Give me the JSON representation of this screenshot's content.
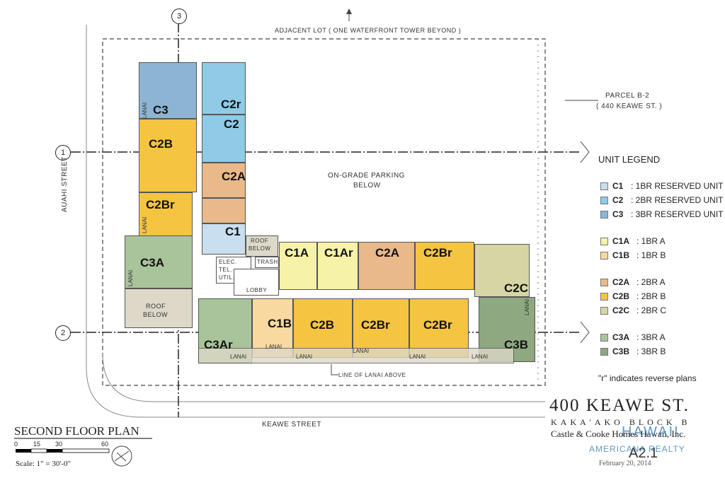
{
  "labels": {
    "adjacent_lot": "ADJACENT LOT ( ONE WATERFRONT TOWER BEYOND )",
    "parcel": "PARCEL B-2",
    "parcel_addr": "( 440 KEAWE ST. )",
    "parking": "ON-GRADE PARKING",
    "parking2": "BELOW",
    "auahi": "AUAHI STREET",
    "keawe": "KEAWE STREET",
    "roof_below_1": "ROOF",
    "roof_below_2": "BELOW",
    "roof_below_3": "ROOF",
    "roof_below_4": "BELOW",
    "elec": "ELEC.",
    "tel": "TEL.",
    "util": "UTIL.",
    "trash": "TRASH",
    "lobby": "LOBBY",
    "lanai_above": "LINE OF LANAI ABOVE",
    "lanai": "LANAI",
    "grid_1": "1",
    "grid_2": "2",
    "grid_3": "3"
  },
  "units": {
    "c3": "C3",
    "c2r": "C2r",
    "c2": "C2",
    "c2b_top": "C2B",
    "c2a_top": "C2A",
    "c2br_top": "C2Br",
    "c1": "C1",
    "c3a": "C3A",
    "c1a": "C1A",
    "c1ar": "C1Ar",
    "c2a_mid": "C2A",
    "c2br_mid": "C2Br",
    "c2c": "C2C",
    "c1b": "C1B",
    "c2b_bot": "C2B",
    "c2br_bot1": "C2Br",
    "c2br_bot2": "C2Br",
    "c3ar": "C3Ar",
    "c3b": "C3B"
  },
  "legend": {
    "title": "UNIT LEGEND",
    "items": [
      {
        "code": "C1",
        "desc": ": 1BR RESERVED UNIT",
        "color": "#c9dff0"
      },
      {
        "code": "C2",
        "desc": ": 2BR RESERVED UNIT",
        "color": "#8fcbe6"
      },
      {
        "code": "C3",
        "desc": ": 3BR RESERVED UNIT",
        "color": "#8db5d3"
      },
      {
        "code": "C1A",
        "desc": ": 1BR A",
        "color": "#f6f2a8"
      },
      {
        "code": "C1B",
        "desc": ": 1BR B",
        "color": "#f8d9a0"
      },
      {
        "code": "C2A",
        "desc": ": 2BR A",
        "color": "#e9b98a"
      },
      {
        "code": "C2B",
        "desc": ": 2BR B",
        "color": "#f5c542"
      },
      {
        "code": "C2C",
        "desc": ": 2BR C",
        "color": "#d6d6a4"
      },
      {
        "code": "C3A",
        "desc": ": 3BR A",
        "color": "#a9c49a"
      },
      {
        "code": "C3B",
        "desc": ": 3BR B",
        "color": "#8ea881"
      }
    ],
    "note": "\"r\" indicates reverse plans"
  },
  "title_block": {
    "project": "400 KEAWE ST.",
    "sub": "KAKA'AKO BLOCK B",
    "client": "Castle & Cooke Homes Hawaii, Inc.",
    "sheet": "A2.1",
    "date": "February 20, 2014",
    "watermark_1": "HAWAII",
    "watermark_2": "AMERICANA REALTY"
  },
  "plan_title": {
    "title": "SECOND FLOOR PLAN",
    "scale": "Scale: 1\" = 30'-0\"",
    "ticks": [
      "0",
      "15",
      "30",
      "60"
    ]
  },
  "colors": {
    "c1": "#c9dff0",
    "c2": "#8fcbe6",
    "c3": "#8db5d3",
    "c1a": "#f6f2a8",
    "c1b": "#f8d9a0",
    "c2a": "#e9b98a",
    "c2b": "#f5c542",
    "c2c": "#d6d6a4",
    "c3a": "#a9c49a",
    "c3b": "#8ea881",
    "roof": "#ddd8c8"
  }
}
